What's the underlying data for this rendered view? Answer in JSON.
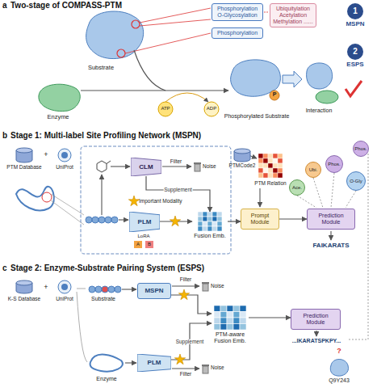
{
  "diagram": {
    "nodes": [
      {
        "text": [
          "Phosphorylation O-Glycosylation"
        ]
      },
      {
        "text": [
          "Ubiquitylation Acetylation Methylation ......"
        ]
      },
      {
        "text": [
          "Phosphorylation"
        ]
      },
      {
        "text": [
          "1",
          "MSPN"
        ]
      },
      {
        "text": [
          "2",
          "ESPS"
        ]
      },
      {
        "text": [
          "CLM"
        ]
      },
      {
        "text": [
          "PLM"
        ]
      },
      {
        "text": [
          "Fusion Emb."
        ]
      },
      {
        "text": [
          "Prompt Module"
        ]
      },
      {
        "text": [
          "Phos."
        ]
      },
      {
        "text": [
          "Ubi."
        ]
      },
      {
        "text": [
          "Phos."
        ]
      },
      {
        "text": [
          "Ace."
        ]
      },
      {
        "text": [
          "O-Gly"
        ]
      },
      {
        "text": [
          "Prediction Module"
        ]
      },
      {
        "text": [
          "MSPN"
        ]
      },
      {
        "text": [
          "PLM"
        ]
      },
      {
        "text": [
          "PTM-aware Fusion Emb."
        ]
      },
      {
        "text": [
          "Prediction Module"
        ]
      }
    ],
    "edges": [
      {
        "from": 5,
        "to": 7,
        "arrow": "to",
        "label": "Supplement"
      },
      {
        "from": 6,
        "to": 7,
        "arrow": "to"
      },
      {
        "from": 7,
        "to": 8,
        "arrow": "to"
      },
      {
        "from": 8,
        "to": 14,
        "arrow": "to"
      },
      {
        "from": 15,
        "to": 17,
        "arrow": "to"
      },
      {
        "from": 16,
        "to": 17,
        "arrow": "to",
        "label": "Supplement"
      },
      {
        "from": 17,
        "to": 18,
        "arrow": "to"
      }
    ],
    "labels": [
      "a",
      "Two-stage of COMPASS-PTM",
      "Substrate",
      "Enzyme",
      "ATP",
      "ADP",
      "P",
      "Phosphorylated Substrate",
      "Interaction",
      "b",
      "Stage 1: Multi-label Site Profiling Network (MSPN)",
      "PTM Database",
      "+",
      "UniProt",
      "Filter",
      "Noise",
      "Important Modality",
      "LoRA",
      "A",
      "B",
      "PTMCode2",
      "PTM Relation",
      "FAIKARATS",
      "c",
      "Stage 2: Enzyme-Substrate Pairing System (ESPS)",
      "K-S Database",
      "+",
      "UniProt",
      "Substrate",
      "Enzyme",
      "Filter",
      "Noise",
      "Filter",
      "Noise",
      "...IKARATSPKPY...",
      "?",
      "Q9Y243"
    ]
  }
}
